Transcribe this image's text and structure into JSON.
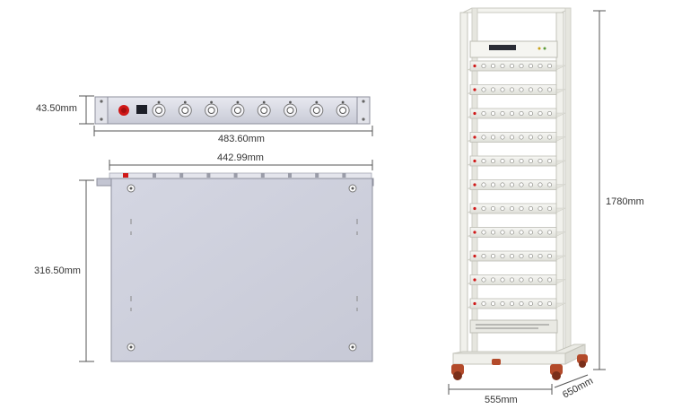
{
  "dimensions": {
    "unit_height": "43.50mm",
    "unit_width_front": "483.60mm",
    "unit_width_body": "442.99mm",
    "unit_depth": "316.50mm",
    "rack_height": "1780mm",
    "rack_width": "555mm",
    "rack_depth": "650mm"
  },
  "colors": {
    "panel": "#d9dbe6",
    "panel_dark": "#a9abb8",
    "rack": "#ecece6",
    "rack_edge": "#c9c9c1",
    "accent_red": "#d01818",
    "caster": "#b34a2a"
  },
  "front_panel": {
    "channel_count": 8
  },
  "rack": {
    "shelf_count": 11
  }
}
